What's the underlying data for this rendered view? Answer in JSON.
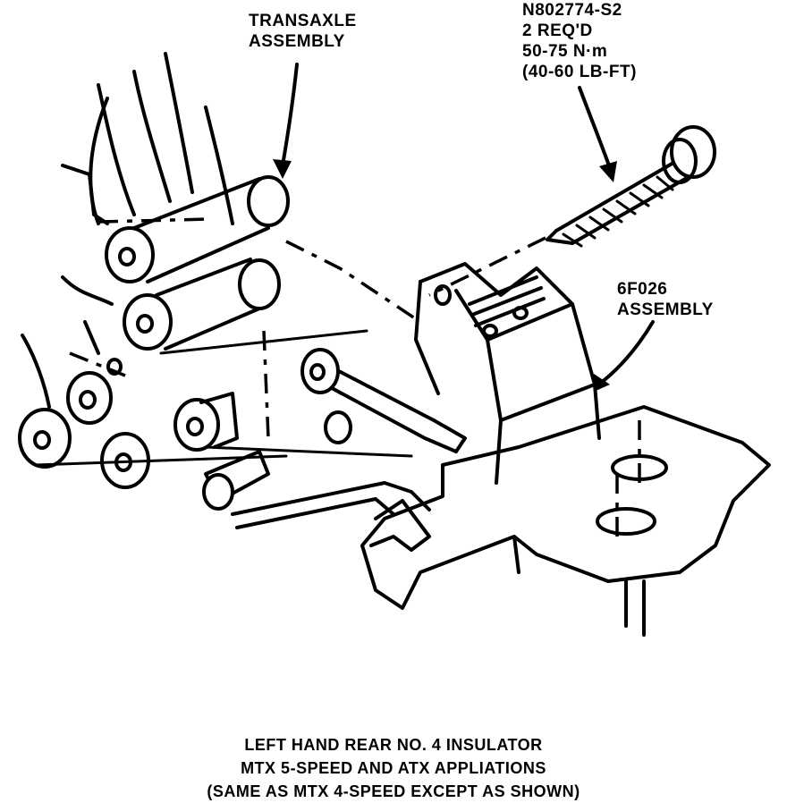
{
  "labels": {
    "transaxle": [
      "TRANSAXLE",
      "ASSEMBLY"
    ],
    "bolt": [
      "N802774-S2",
      "2 REQ'D",
      "50-75 N·m",
      "(40-60 LB-FT)"
    ],
    "mount": [
      "6F026",
      "ASSEMBLY"
    ]
  },
  "caption": [
    "LEFT HAND REAR NO. 4 INSULATOR",
    "MTX 5-SPEED AND ATX APPLIATIONS",
    "(SAME AS MTX 4-SPEED EXCEPT AS SHOWN)"
  ]
}
